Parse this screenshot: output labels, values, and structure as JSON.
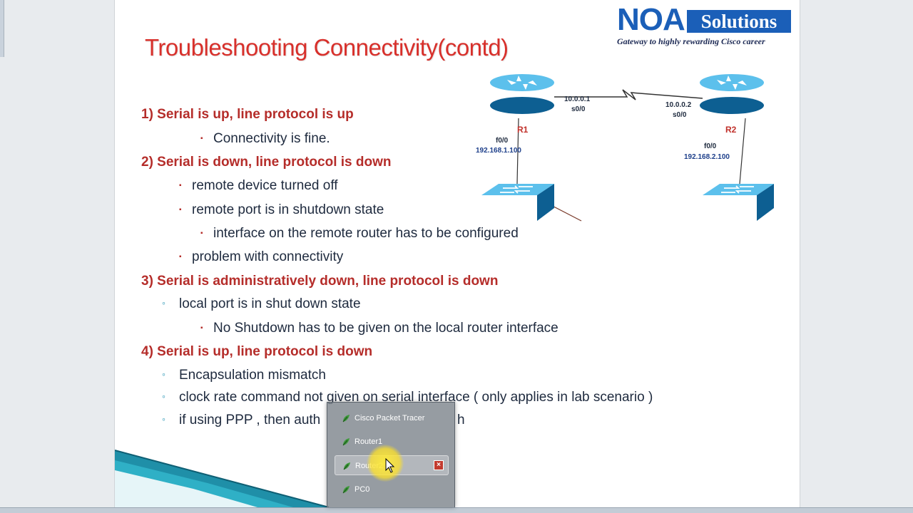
{
  "slide": {
    "title": "Troubleshooting Connectivity(contd)",
    "logo": {
      "brand": "NOA",
      "brand_box": "Solutions",
      "tagline": "Gateway to  highly rewarding Cisco career"
    },
    "diagram": {
      "r1_name": "R1",
      "r2_name": "R2",
      "r1_serial_ip": "10.0.0.1",
      "r1_serial_if": "s0/0",
      "r2_serial_ip": "10.0.0.2",
      "r2_serial_if": "s0/0",
      "r1_lan_if": "f0/0",
      "r1_lan_ip": "192.168.1.100",
      "r2_lan_if": "f0/0",
      "r2_lan_ip": "192.168.2.100"
    },
    "content": {
      "h1": "1) Serial is up, line protocol is up",
      "h1_b1": "Connectivity is fine.",
      "h2": "2) Serial is down, line protocol is down",
      "h2_b1": "remote device turned off",
      "h2_b2": "remote port is in shutdown state",
      "h2_b2_sub": "interface on the remote router has to be configured",
      "h2_b3": "problem with connectivity",
      "h3": "3) Serial is administratively down, line protocol is down",
      "h3_b1": "local port is in  shut down state",
      "h3_b1_sub": "No Shutdown has to be given on the local router interface",
      "h4": "4) Serial is up, line protocol is down",
      "h4_b1": "Encapsulation mismatch",
      "h4_b2": "clock rate command not given on serial interface ( only applies in lab scenario )",
      "h4_b3_start": "if using PPP , then auth",
      "h4_b3_end": "h"
    }
  },
  "taskbar_popup": {
    "items": [
      {
        "label": "Cisco Packet Tracer"
      },
      {
        "label": "Router1"
      },
      {
        "label": "Router2"
      },
      {
        "label": "PC0"
      }
    ],
    "close_glyph": "×"
  },
  "colors": {
    "heading_red": "#b52d2a",
    "title_red": "#d8302b",
    "brand_blue": "#1b5fb8",
    "router_blue": "#1f8ec9",
    "teal_accent": "#1f8fa8"
  }
}
